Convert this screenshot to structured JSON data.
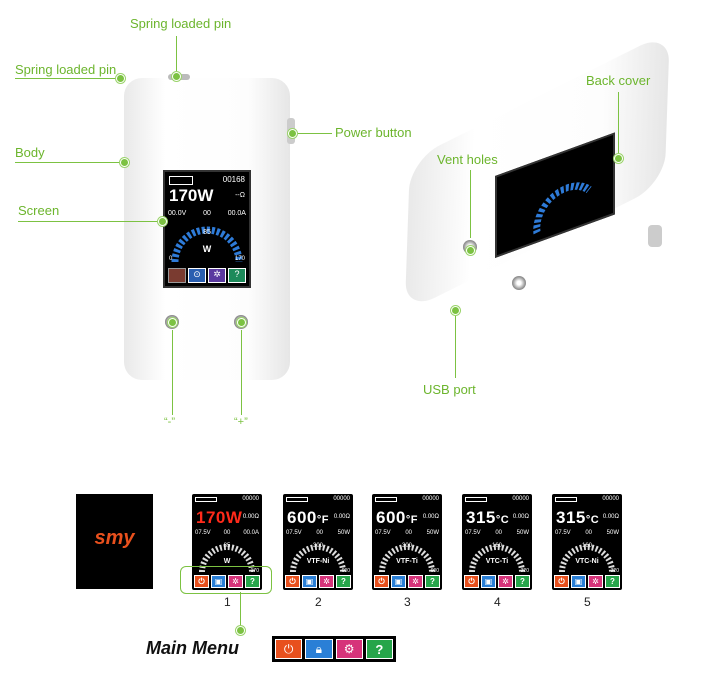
{
  "labels": {
    "top_pin": "Spring loaded pin",
    "left_pin": "Spring loaded pin",
    "body": "Body",
    "screen": "Screen",
    "power_button": "Power button",
    "back_cover": "Back cover",
    "vent_holes": "Vent holes",
    "usb_port": "USB port",
    "minus": "“-”",
    "plus": "“+”"
  },
  "main_screen": {
    "puffs": "00168",
    "power": "170W",
    "ohm": "--Ω",
    "voltage": "00.0V",
    "mid": "00",
    "amps": "00.0A",
    "dial_value": "85",
    "dial_unit": "W",
    "dial_min": "0",
    "dial_max": "170"
  },
  "logo_text": "smy",
  "screens": [
    {
      "value": "170W",
      "unit": "",
      "ohm": "0.00Ω",
      "left": "07.5V",
      "mid": "00",
      "right": "00.0A",
      "dial": "85",
      "mode": "W",
      "max": "170",
      "number": "1",
      "red": true
    },
    {
      "value": "600",
      "unit": "°F",
      "ohm": "0.00Ω",
      "left": "07.5V",
      "mid": "00",
      "right": "50W",
      "dial": "300",
      "mode": "VTF-Ni",
      "max": "600",
      "number": "2",
      "red": false
    },
    {
      "value": "600",
      "unit": "°F",
      "ohm": "0.00Ω",
      "left": "07.5V",
      "mid": "00",
      "right": "50W",
      "dial": "300",
      "mode": "VTF-Ti",
      "max": "600",
      "number": "3",
      "red": false
    },
    {
      "value": "315",
      "unit": "°C",
      "ohm": "0.00Ω",
      "left": "07.5V",
      "mid": "00",
      "right": "50W",
      "dial": "160",
      "mode": "VTC-Ti",
      "max": "320",
      "number": "4",
      "red": false
    },
    {
      "value": "315",
      "unit": "°C",
      "ohm": "0.00Ω",
      "left": "07.5V",
      "mid": "00",
      "right": "50W",
      "dial": "160",
      "mode": "VTC-Ni",
      "max": "320",
      "number": "5",
      "red": false
    }
  ],
  "puffs_small": "00000",
  "main_menu_label": "Main Menu",
  "menu_icons": [
    "power-icon",
    "lock-icon",
    "gear-icon",
    "help-icon"
  ],
  "menu_colors": [
    "#e8501d",
    "#2a7fd6",
    "#d6337a",
    "#26a54a"
  ],
  "help_glyph": "?"
}
